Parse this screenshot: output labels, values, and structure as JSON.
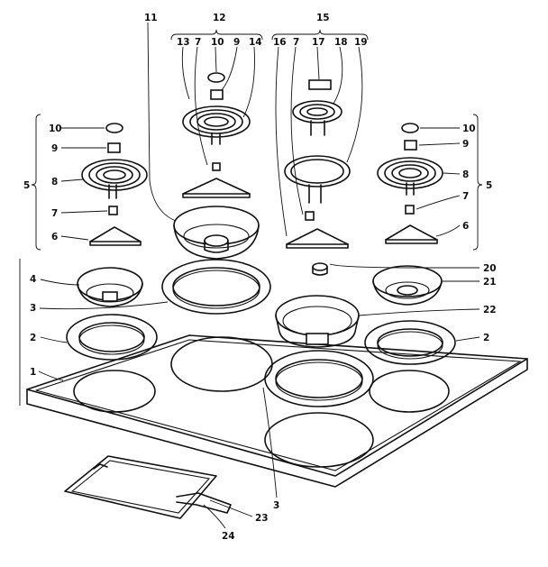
{
  "callouts": {
    "c11": "11",
    "c12": "12",
    "c15": "15",
    "c13": "13",
    "c7a": "7",
    "c10a": "10",
    "c9a": "9",
    "c14": "14",
    "c16": "16",
    "c7b": "7",
    "c17": "17",
    "c18": "18",
    "c19": "19",
    "c10l": "10",
    "c9l": "9",
    "c8l": "8",
    "c7l": "7",
    "c6l": "6",
    "c5l": "5",
    "c10r": "10",
    "c9r": "9",
    "c8r": "8",
    "c7r": "7",
    "c6r": "6",
    "c5r": "5",
    "c4": "4",
    "c3a": "3",
    "c2l": "2",
    "c1": "1",
    "c20": "20",
    "c21": "21",
    "c22": "22",
    "c2r": "2",
    "c3b": "3",
    "c23": "23",
    "c24": "24"
  }
}
